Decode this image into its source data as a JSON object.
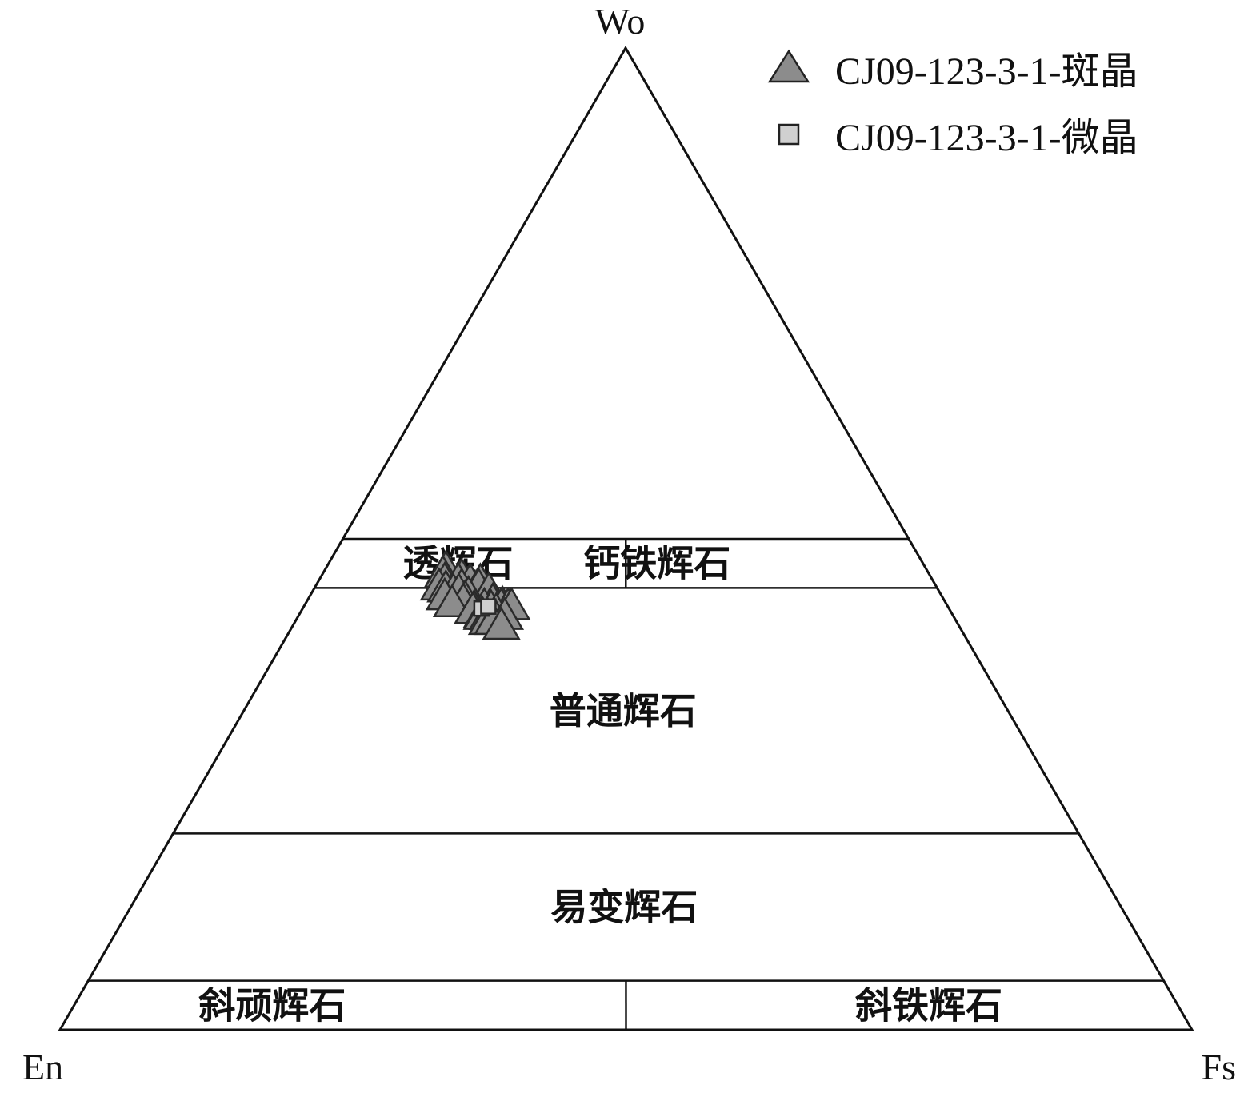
{
  "chart_data": {
    "type": "ternary-scatter",
    "vertices": {
      "top": "Wo",
      "left": "En",
      "right": "Fs"
    },
    "grid": false,
    "legend_position": "top-right",
    "fields": [
      {
        "name": "透辉石"
      },
      {
        "name": "钙铁辉石"
      },
      {
        "name": "普通辉石"
      },
      {
        "name": "易变辉石"
      },
      {
        "name": "斜顽辉石"
      },
      {
        "name": "斜铁辉石"
      }
    ],
    "field_boundaries": {
      "wo_levels": [
        5,
        20,
        45,
        50
      ],
      "en_fs_split": 50
    },
    "series": [
      {
        "name": "CJ09-123-3-1-斑晶",
        "marker": "triangle",
        "color": "#8c8c8c",
        "points": [
          {
            "wo": 46.8,
            "en": 42.5
          },
          {
            "wo": 46.3,
            "en": 43.0
          },
          {
            "wo": 46.0,
            "en": 41.5
          },
          {
            "wo": 45.6,
            "en": 43.2
          },
          {
            "wo": 45.6,
            "en": 42.0
          },
          {
            "wo": 45.5,
            "en": 41.0
          },
          {
            "wo": 45.5,
            "en": 40.1
          },
          {
            "wo": 45.0,
            "en": 44.0
          },
          {
            "wo": 45.0,
            "en": 42.0
          },
          {
            "wo": 45.0,
            "en": 40.5
          },
          {
            "wo": 44.6,
            "en": 39.8
          },
          {
            "wo": 44.8,
            "en": 43.5
          },
          {
            "wo": 44.5,
            "en": 43.0
          },
          {
            "wo": 44.5,
            "en": 42.5
          },
          {
            "wo": 44.0,
            "en": 44.0
          },
          {
            "wo": 44.2,
            "en": 41.8
          },
          {
            "wo": 43.8,
            "en": 42.3
          },
          {
            "wo": 43.5,
            "en": 40.0
          },
          {
            "wo": 43.5,
            "en": 42.6
          },
          {
            "wo": 43.3,
            "en": 43.7
          },
          {
            "wo": 43.2,
            "en": 39.3
          },
          {
            "wo": 43.0,
            "en": 41.0
          },
          {
            "wo": 43.0,
            "en": 39.5
          },
          {
            "wo": 43.0,
            "en": 38.9
          },
          {
            "wo": 43.0,
            "en": 38.6
          },
          {
            "wo": 42.8,
            "en": 42.0
          },
          {
            "wo": 42.6,
            "en": 42.2
          },
          {
            "wo": 42.8,
            "en": 40.5
          },
          {
            "wo": 42.5,
            "en": 40.2
          },
          {
            "wo": 42.2,
            "en": 41.6
          },
          {
            "wo": 42.0,
            "en": 41.7
          },
          {
            "wo": 42.0,
            "en": 41.2
          },
          {
            "wo": 42.0,
            "en": 40.6
          },
          {
            "wo": 42.0,
            "en": 39.7
          },
          {
            "wo": 41.5,
            "en": 41.5
          },
          {
            "wo": 41.5,
            "en": 41.0
          },
          {
            "wo": 41.0,
            "en": 40.5
          }
        ]
      },
      {
        "name": "CJ09-123-3-1-微晶",
        "marker": "square",
        "color": "#d0d0d0",
        "points": [
          {
            "wo": 42.9,
            "en": 41.3
          },
          {
            "wo": 43.1,
            "en": 40.6
          }
        ]
      }
    ]
  }
}
